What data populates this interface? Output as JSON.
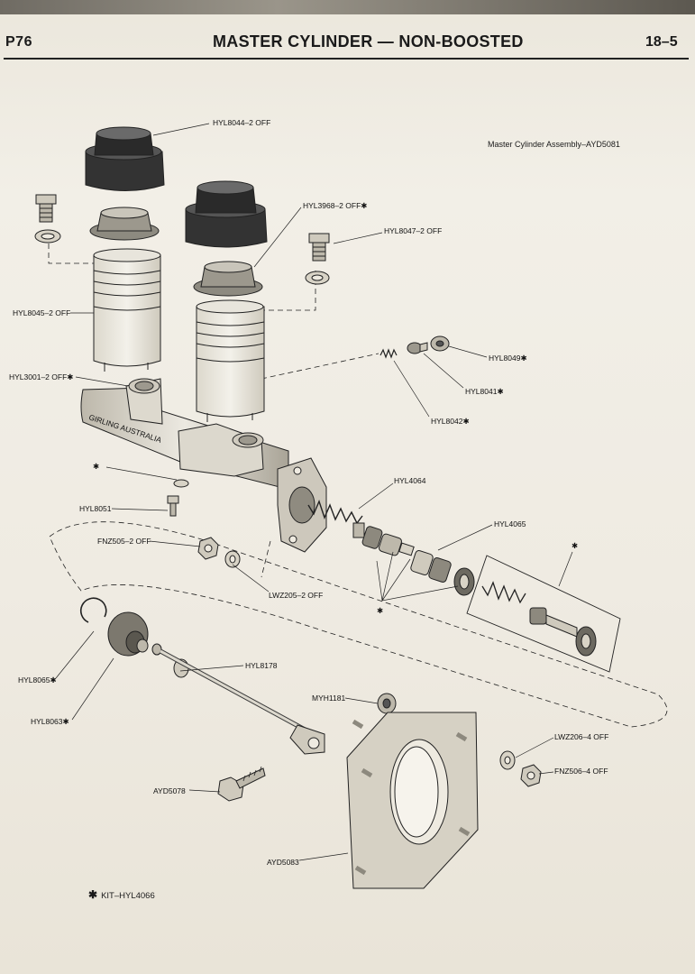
{
  "header": {
    "page_code": "P76",
    "title": "MASTER CYLINDER — NON-BOOSTED",
    "section": "18–5"
  },
  "assembly_note": "Master Cylinder Assembly–AYD5081",
  "cylinder_casting_text": "GIRLING AUSTRALIA",
  "labels": {
    "hyl8044": "HYL8044–2 OFF",
    "hyl3968": "HYL3968–2 OFF✱",
    "hyl8047": "HYL8047–2 OFF",
    "hyl8045": "HYL8045–2 OFF",
    "hyl3001": "HYL3001–2 OFF✱",
    "hyl8049": "HYL8049✱",
    "hyl8041": "HYL8041✱",
    "hyl8042": "HYL8042✱",
    "star_washer": "✱",
    "hyl4064": "HYL4064",
    "hyl8051": "HYL8051",
    "hyl4065": "HYL4065",
    "star_kit": "✱",
    "fnz505": "FNZ505–2 OFF",
    "lwz205": "LWZ205–2 OFF",
    "star_seals": "✱",
    "hyl8065": "HYL8065✱",
    "hyl8178": "HYL8178",
    "hyl8063": "HYL8063✱",
    "myh1181": "MYH1181",
    "lwz206": "LWZ206–4 OFF",
    "fnz506": "FNZ506–4 OFF",
    "ayd5078": "AYD5078",
    "ayd5083": "AYD5083"
  },
  "footer": {
    "star": "✱",
    "kit": "KIT–HYL4066"
  }
}
